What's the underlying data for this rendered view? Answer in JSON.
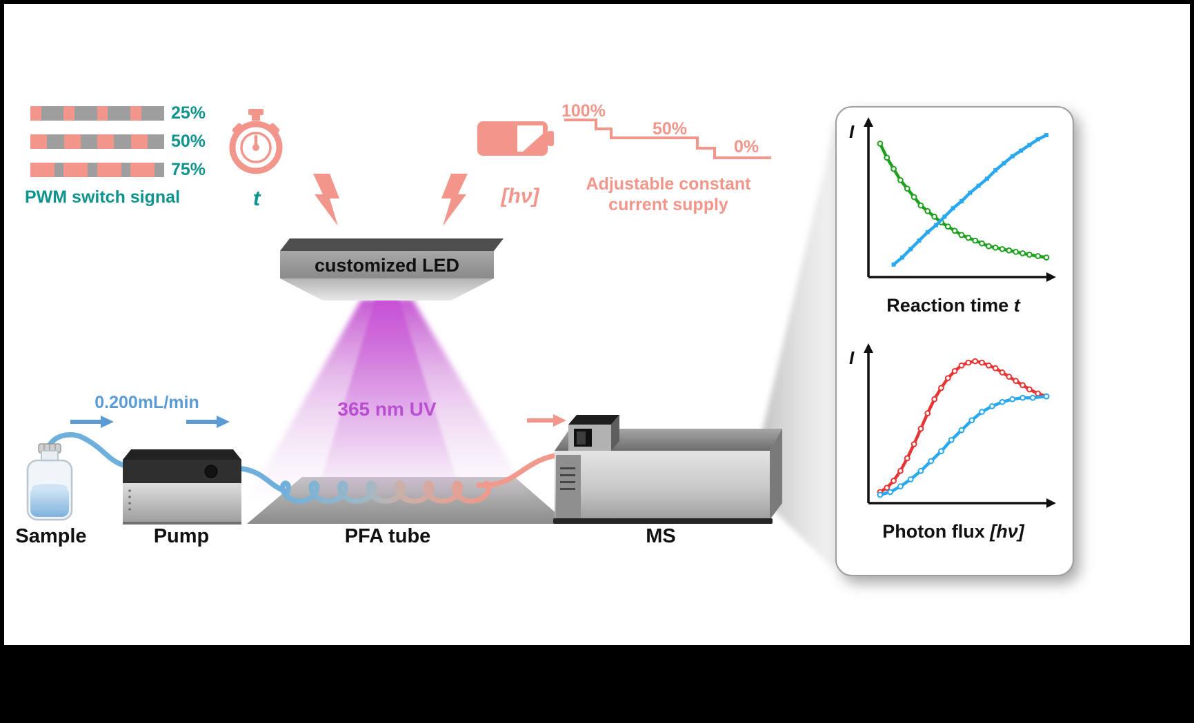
{
  "colors": {
    "teal": "#0E948C",
    "salmon": "#F2968B",
    "purple": "#B84FD0",
    "flow_blue": "#5B9BD5",
    "tube_blue": "#6FAFDC",
    "tube_salmon": "#F0998C",
    "bar_gray": "#9E9E9E",
    "green_series": "#1FA01F",
    "blue_series": "#29A8EE",
    "red_series": "#E53535"
  },
  "icons": {
    "stopwatch": "stopwatch-icon",
    "battery": "battery-icon",
    "lightning": "lightning-bolt-icon",
    "flow_arrow": "flow-arrow-icon"
  },
  "pwm": {
    "title": "PWM switch signal",
    "rows": [
      {
        "label": "25%",
        "segments": [
          {
            "on": true,
            "w": 8
          },
          {
            "on": false,
            "w": 17
          },
          {
            "on": true,
            "w": 8
          },
          {
            "on": false,
            "w": 17
          },
          {
            "on": true,
            "w": 8
          },
          {
            "on": false,
            "w": 17
          },
          {
            "on": true,
            "w": 8
          },
          {
            "on": false,
            "w": 17
          }
        ]
      },
      {
        "label": "50%",
        "segments": [
          {
            "on": true,
            "w": 12.5
          },
          {
            "on": false,
            "w": 12.5
          },
          {
            "on": true,
            "w": 12.5
          },
          {
            "on": false,
            "w": 12.5
          },
          {
            "on": true,
            "w": 12.5
          },
          {
            "on": false,
            "w": 12.5
          },
          {
            "on": true,
            "w": 12.5
          },
          {
            "on": false,
            "w": 12.5
          }
        ]
      },
      {
        "label": "75%",
        "segments": [
          {
            "on": true,
            "w": 18
          },
          {
            "on": false,
            "w": 7
          },
          {
            "on": true,
            "w": 18
          },
          {
            "on": false,
            "w": 7
          },
          {
            "on": true,
            "w": 18
          },
          {
            "on": false,
            "w": 7
          },
          {
            "on": true,
            "w": 18
          },
          {
            "on": false,
            "w": 7
          }
        ]
      }
    ]
  },
  "timer": {
    "label": "t"
  },
  "battery": {
    "label": "[hν]"
  },
  "supply": {
    "steps": [
      "100%",
      "50%",
      "0%"
    ],
    "label": "Adjustable constant current supply"
  },
  "led": {
    "label": "customized LED"
  },
  "uv": {
    "label": "365 nm UV"
  },
  "flow": {
    "rate": "0.200mL/min"
  },
  "devices": {
    "sample": "Sample",
    "pump": "Pump",
    "pfa": "PFA tube",
    "ms": "MS"
  },
  "chart_data": [
    {
      "type": "scatter",
      "title_main": "Reaction time ",
      "title_var": "t",
      "ylabel": "I",
      "xlabel": "Reaction time t",
      "x_range": [
        0,
        1
      ],
      "y_range": [
        0,
        1
      ],
      "grid": false,
      "series": [
        {
          "name": "decaying-intensity",
          "color": "#1FA01F",
          "marker": "circle",
          "points": [
            [
              0.02,
              0.91
            ],
            [
              0.06,
              0.81
            ],
            [
              0.1,
              0.73
            ],
            [
              0.14,
              0.65
            ],
            [
              0.18,
              0.59
            ],
            [
              0.22,
              0.53
            ],
            [
              0.26,
              0.47
            ],
            [
              0.3,
              0.43
            ],
            [
              0.34,
              0.39
            ],
            [
              0.38,
              0.35
            ],
            [
              0.42,
              0.32
            ],
            [
              0.46,
              0.29
            ],
            [
              0.5,
              0.26
            ],
            [
              0.54,
              0.24
            ],
            [
              0.58,
              0.22
            ],
            [
              0.62,
              0.2
            ],
            [
              0.66,
              0.18
            ],
            [
              0.7,
              0.17
            ],
            [
              0.74,
              0.16
            ],
            [
              0.78,
              0.15
            ],
            [
              0.82,
              0.14
            ],
            [
              0.86,
              0.13
            ],
            [
              0.9,
              0.12
            ],
            [
              0.95,
              0.11
            ],
            [
              1.0,
              0.1
            ]
          ]
        },
        {
          "name": "rising-intensity",
          "color": "#29A8EE",
          "marker": "square",
          "points": [
            [
              0.1,
              0.05
            ],
            [
              0.15,
              0.1
            ],
            [
              0.2,
              0.16
            ],
            [
              0.25,
              0.22
            ],
            [
              0.3,
              0.28
            ],
            [
              0.35,
              0.33
            ],
            [
              0.4,
              0.39
            ],
            [
              0.45,
              0.45
            ],
            [
              0.5,
              0.5
            ],
            [
              0.55,
              0.56
            ],
            [
              0.6,
              0.61
            ],
            [
              0.65,
              0.66
            ],
            [
              0.7,
              0.72
            ],
            [
              0.75,
              0.77
            ],
            [
              0.8,
              0.82
            ],
            [
              0.85,
              0.86
            ],
            [
              0.9,
              0.9
            ],
            [
              0.95,
              0.94
            ],
            [
              1.0,
              0.97
            ]
          ]
        }
      ]
    },
    {
      "type": "scatter",
      "title_main": "Photon flux ",
      "title_var": "[hν]",
      "ylabel": "I",
      "xlabel": "Photon flux [hν]",
      "x_range": [
        0,
        1
      ],
      "y_range": [
        0,
        1
      ],
      "grid": false,
      "series": [
        {
          "name": "peaking-intensity",
          "color": "#E53535",
          "marker": "circle",
          "points": [
            [
              0.02,
              0.04
            ],
            [
              0.06,
              0.07
            ],
            [
              0.1,
              0.12
            ],
            [
              0.14,
              0.19
            ],
            [
              0.18,
              0.28
            ],
            [
              0.22,
              0.38
            ],
            [
              0.26,
              0.49
            ],
            [
              0.3,
              0.6
            ],
            [
              0.34,
              0.7
            ],
            [
              0.38,
              0.78
            ],
            [
              0.42,
              0.85
            ],
            [
              0.46,
              0.9
            ],
            [
              0.5,
              0.94
            ],
            [
              0.54,
              0.96
            ],
            [
              0.58,
              0.97
            ],
            [
              0.62,
              0.96
            ],
            [
              0.66,
              0.94
            ],
            [
              0.7,
              0.92
            ],
            [
              0.74,
              0.89
            ],
            [
              0.78,
              0.86
            ],
            [
              0.82,
              0.83
            ],
            [
              0.86,
              0.8
            ],
            [
              0.9,
              0.77
            ],
            [
              0.95,
              0.74
            ],
            [
              1.0,
              0.72
            ]
          ]
        },
        {
          "name": "sigmoid-intensity",
          "color": "#29A8EE",
          "marker": "circle",
          "points": [
            [
              0.02,
              0.02
            ],
            [
              0.08,
              0.04
            ],
            [
              0.14,
              0.08
            ],
            [
              0.2,
              0.13
            ],
            [
              0.26,
              0.19
            ],
            [
              0.32,
              0.26
            ],
            [
              0.38,
              0.33
            ],
            [
              0.44,
              0.41
            ],
            [
              0.5,
              0.48
            ],
            [
              0.56,
              0.55
            ],
            [
              0.62,
              0.61
            ],
            [
              0.68,
              0.65
            ],
            [
              0.74,
              0.68
            ],
            [
              0.8,
              0.7
            ],
            [
              0.86,
              0.71
            ],
            [
              0.92,
              0.71
            ],
            [
              1.0,
              0.72
            ]
          ]
        }
      ]
    }
  ]
}
